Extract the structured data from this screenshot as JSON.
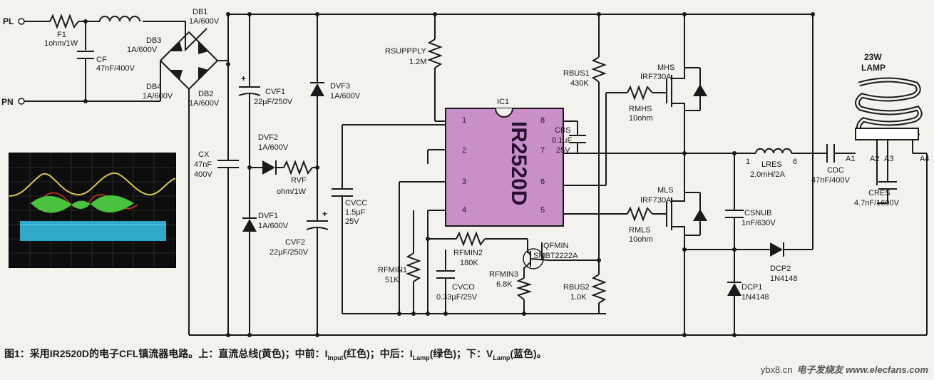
{
  "nodes": {
    "pl": "PL",
    "pn": "PN"
  },
  "components": {
    "f1_name": "F1",
    "f1_val": "1ohm/1W",
    "cf_name": "CF",
    "cf_val": "47nF/400V",
    "db1_name": "DB1",
    "db1_val": "1A/600V",
    "db2_name": "DB2",
    "db2_val": "1A/600V",
    "db3_name": "DB3",
    "db3_val": "1A/600V",
    "db4_name": "DB4",
    "db4_val": "1A/600V",
    "cvf1_name": "CVF1",
    "cvf1_val": "22µF/250V",
    "cx_name": "CX",
    "cx_val1": "47nF",
    "cx_val2": "400V",
    "dvf2_name": "DVF2",
    "dvf2_val": "1A/600V",
    "rvf_name": "RVF",
    "rvf_val": "ohm/1W",
    "dvf1_name": "DVF1",
    "dvf1_val": "1A/600V",
    "cvf2_name": "CVF2",
    "cvf2_val": "22µF/250V",
    "dvf3_name": "DVF3",
    "dvf3_val": "1A/600V",
    "rsupply_name": "RSUPPPLY",
    "rsupply_val": "1.2M",
    "ic1_name": "IC1",
    "ic1_part": "IR2520D",
    "cvcc_name": "CVCC",
    "cvcc_val1": "1.5µF",
    "cvcc_val2": "25V",
    "cbs_name": "CBS",
    "cbs_val1": "0.1µF",
    "cbs_val2": "25V",
    "rbus1_name": "RBUS1",
    "rbus1_val": "430K",
    "rbus2_name": "RBUS2",
    "rbus2_val": "1.0K",
    "mhs_name": "MHS",
    "mhs_val": "IRF730A",
    "mls_name": "MLS",
    "mls_val": "IRF730A",
    "rmhs_name": "RMHS",
    "rmhs_val": "10ohm",
    "rmls_name": "RMLS",
    "rmls_val": "10ohm",
    "rfmin1_name": "RFMIN1",
    "rfmin1_val": "51K",
    "rfmin2_name": "RFMIN2",
    "rfmin2_val": "180K",
    "rfmin3_name": "RFMIN3",
    "rfmin3_val": "6.8K",
    "qfmin_name": "QFMIN",
    "qfmin_val": "SMBT2222A",
    "cvco_name": "CVCO",
    "cvco_val": "0.33µF/25V",
    "lres_name": "LRES",
    "lres_val": "2.0mH/2A",
    "lres_pin1": "1",
    "lres_pin6": "6",
    "cdc_name": "CDC",
    "cdc_val": "47nF/400V",
    "cres_name": "CRES",
    "cres_val": "4.7nF/1600V",
    "csnub_name": "CSNUB",
    "csnub_val": "1nF/630V",
    "dcp1_name": "DCP1",
    "dcp1_val": "1N4148",
    "dcp2_name": "DCP2",
    "dcp2_val": "1N4148",
    "lamp_name": "23W",
    "lamp_val": "LAMP",
    "a1": "A1",
    "a2": "A2",
    "a3": "A3",
    "a4": "A4"
  },
  "ic_pins": [
    "1",
    "2",
    "3",
    "4",
    "8",
    "7",
    "6",
    "5"
  ],
  "caption": {
    "prefix": "图1：采用IR2520D的电子CFL镇流器电路。上：直流总线(黄色)；中前：",
    "i_input": "I",
    "i_input_sub": "Input",
    "mid1": "(红色)；中后：",
    "i_lamp": "I",
    "i_lamp_sub": "Lamp",
    "mid2": "(绿色)；下：",
    "v_lamp": "V",
    "v_lamp_sub": "Lamp",
    "suffix": "(蓝色)。"
  },
  "watermark": {
    "site": "ybx8.cn",
    "brand": "电子发烧友 www.elecfans.com"
  },
  "colors": {
    "chip": "#c88fc9",
    "scope_yellow": "#d9c84a",
    "scope_green": "#49c23d",
    "scope_blue": "#2fa9c9",
    "scope_red": "#d83a2a"
  }
}
